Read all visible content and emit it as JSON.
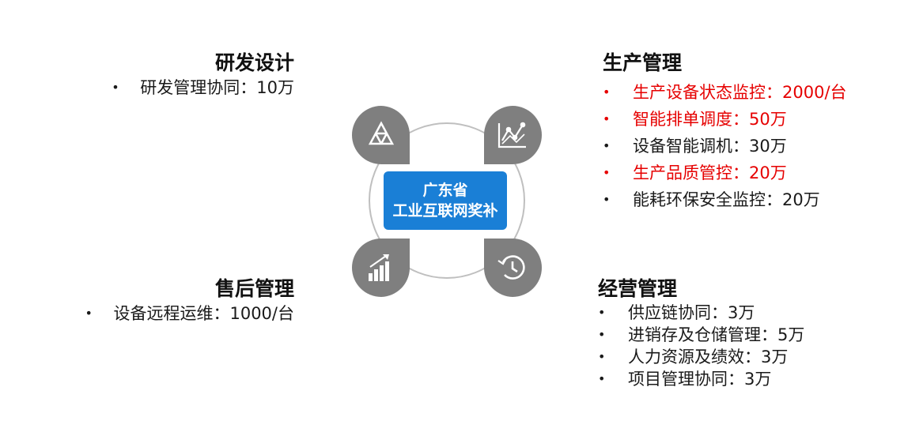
{
  "center": {
    "line1": "广东省",
    "line2": "工业互联网奖补"
  },
  "bullet": "•",
  "rd": {
    "title": "研发设计",
    "items": [
      {
        "text": "研发管理协同：10万",
        "highlight": false
      }
    ]
  },
  "production": {
    "title": "生产管理",
    "items": [
      {
        "text": "生产设备状态监控：2000/台",
        "highlight": true
      },
      {
        "text": "智能排单调度：50万",
        "highlight": true
      },
      {
        "text": "设备智能调机：30万",
        "highlight": false
      },
      {
        "text": "生产品质管控：20万",
        "highlight": true
      },
      {
        "text": "能耗环保安全监控：20万",
        "highlight": false
      }
    ]
  },
  "after_sales": {
    "title": "售后管理",
    "items": [
      {
        "text": "设备远程运维：1000/台",
        "highlight": false
      }
    ]
  },
  "operations": {
    "title": "经营管理",
    "items": [
      {
        "text": "供应链协同：3万",
        "highlight": false
      },
      {
        "text": "进销存及仓储管理：5万",
        "highlight": false
      },
      {
        "text": "人力资源及绩效：3万",
        "highlight": false
      },
      {
        "text": "项目管理协同：3万",
        "highlight": false
      }
    ]
  },
  "colors": {
    "highlight": "#e60000",
    "center": "#1a7fd6",
    "petal": "#7f7f7f",
    "ring": "#bfbfbf"
  },
  "icons": [
    "triangle-icon",
    "line-chart-icon",
    "bar-chart-icon",
    "history-icon"
  ]
}
